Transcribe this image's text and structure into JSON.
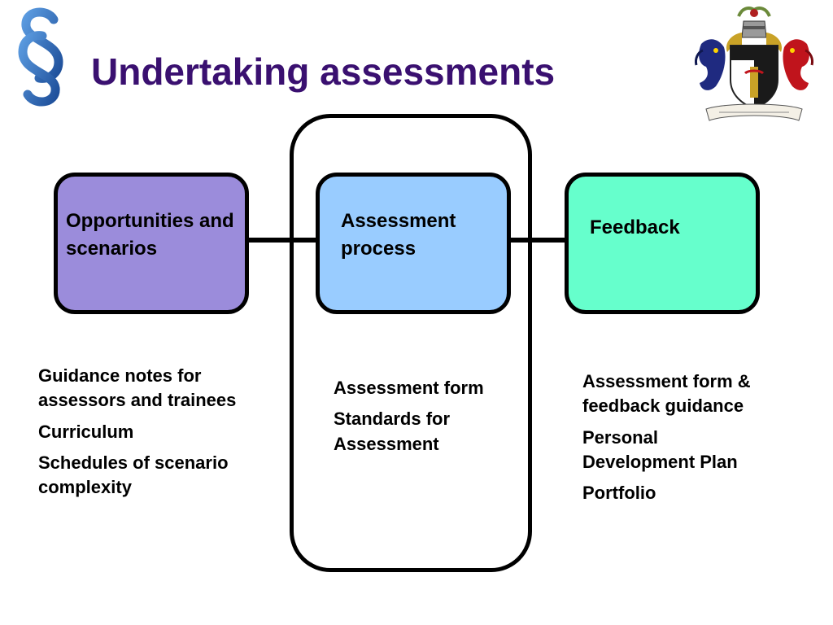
{
  "slide": {
    "title": "Undertaking assessments"
  },
  "logo": {
    "icon": "section-sign-logo-icon",
    "color": "#2d6db5"
  },
  "crest": {
    "icon": "coat-of-arms-icon"
  },
  "boxes": [
    {
      "label": "Opportunities and scenarios",
      "color": "#9b8cdb"
    },
    {
      "label": "Assessment process",
      "color": "#99ccff"
    },
    {
      "label": "Feedback",
      "color": "#66ffcc"
    }
  ],
  "lists": {
    "left": [
      "Guidance notes for assessors and trainees",
      "Curriculum",
      "Schedules of scenario complexity"
    ],
    "middle": [
      "Assessment form",
      "Standards for Assessment"
    ],
    "right": [
      "Assessment form & feedback guidance",
      "Personal Development Plan",
      "Portfolio"
    ]
  },
  "colors": {
    "title": "#3a1070",
    "outline": "#000000"
  }
}
